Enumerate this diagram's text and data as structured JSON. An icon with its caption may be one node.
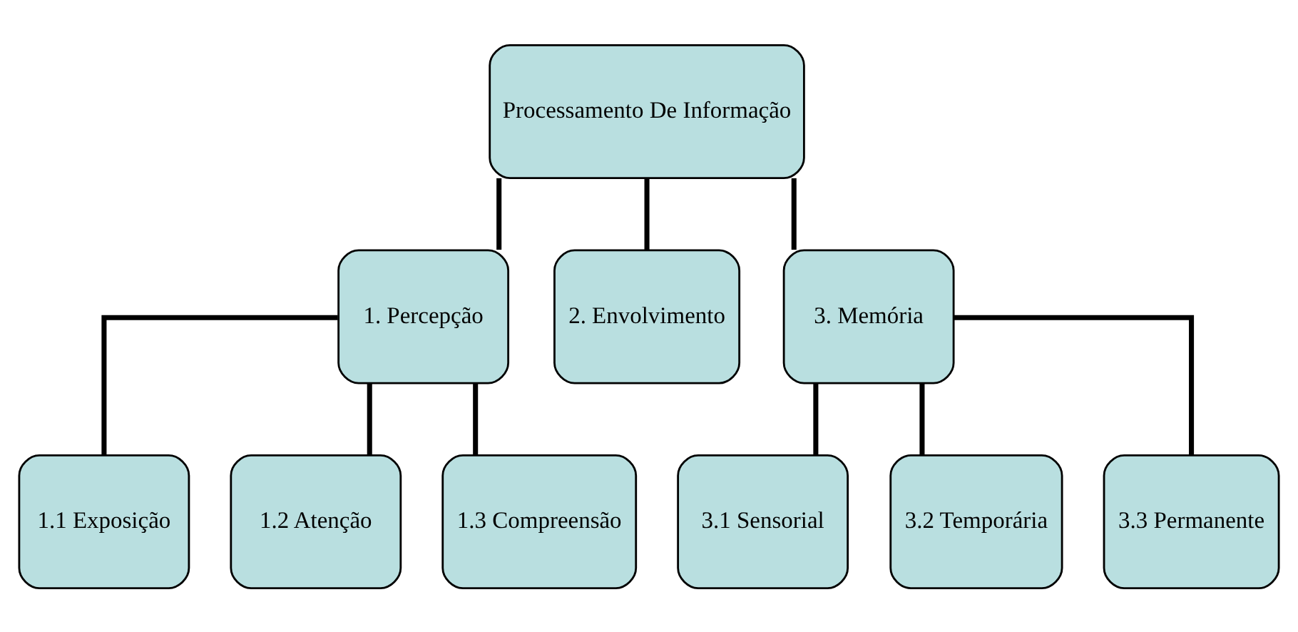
{
  "diagram": {
    "nodes": [
      {
        "text": [
          "Processamento De Informação"
        ]
      },
      {
        "text": [
          "1. Percepção"
        ]
      },
      {
        "text": [
          "2. Envolvimento"
        ]
      },
      {
        "text": [
          "3. Memória"
        ]
      },
      {
        "text": [
          "1.1 Exposição"
        ]
      },
      {
        "text": [
          "1.2 Atenção"
        ]
      },
      {
        "text": [
          "1.3 Compreensão"
        ]
      },
      {
        "text": [
          "3.1 Sensorial"
        ]
      },
      {
        "text": [
          "3.2 Temporária"
        ]
      },
      {
        "text": [
          "3.3 Permanente"
        ]
      }
    ],
    "edges": [
      {
        "from": 0,
        "to": 1,
        "arrow": "none"
      },
      {
        "from": 0,
        "to": 2,
        "arrow": "none"
      },
      {
        "from": 0,
        "to": 3,
        "arrow": "none"
      },
      {
        "from": 1,
        "to": 4,
        "arrow": "none"
      },
      {
        "from": 1,
        "to": 5,
        "arrow": "none"
      },
      {
        "from": 1,
        "to": 6,
        "arrow": "none"
      },
      {
        "from": 3,
        "to": 7,
        "arrow": "none"
      },
      {
        "from": 3,
        "to": 8,
        "arrow": "none"
      },
      {
        "from": 3,
        "to": 9,
        "arrow": "none"
      }
    ]
  }
}
